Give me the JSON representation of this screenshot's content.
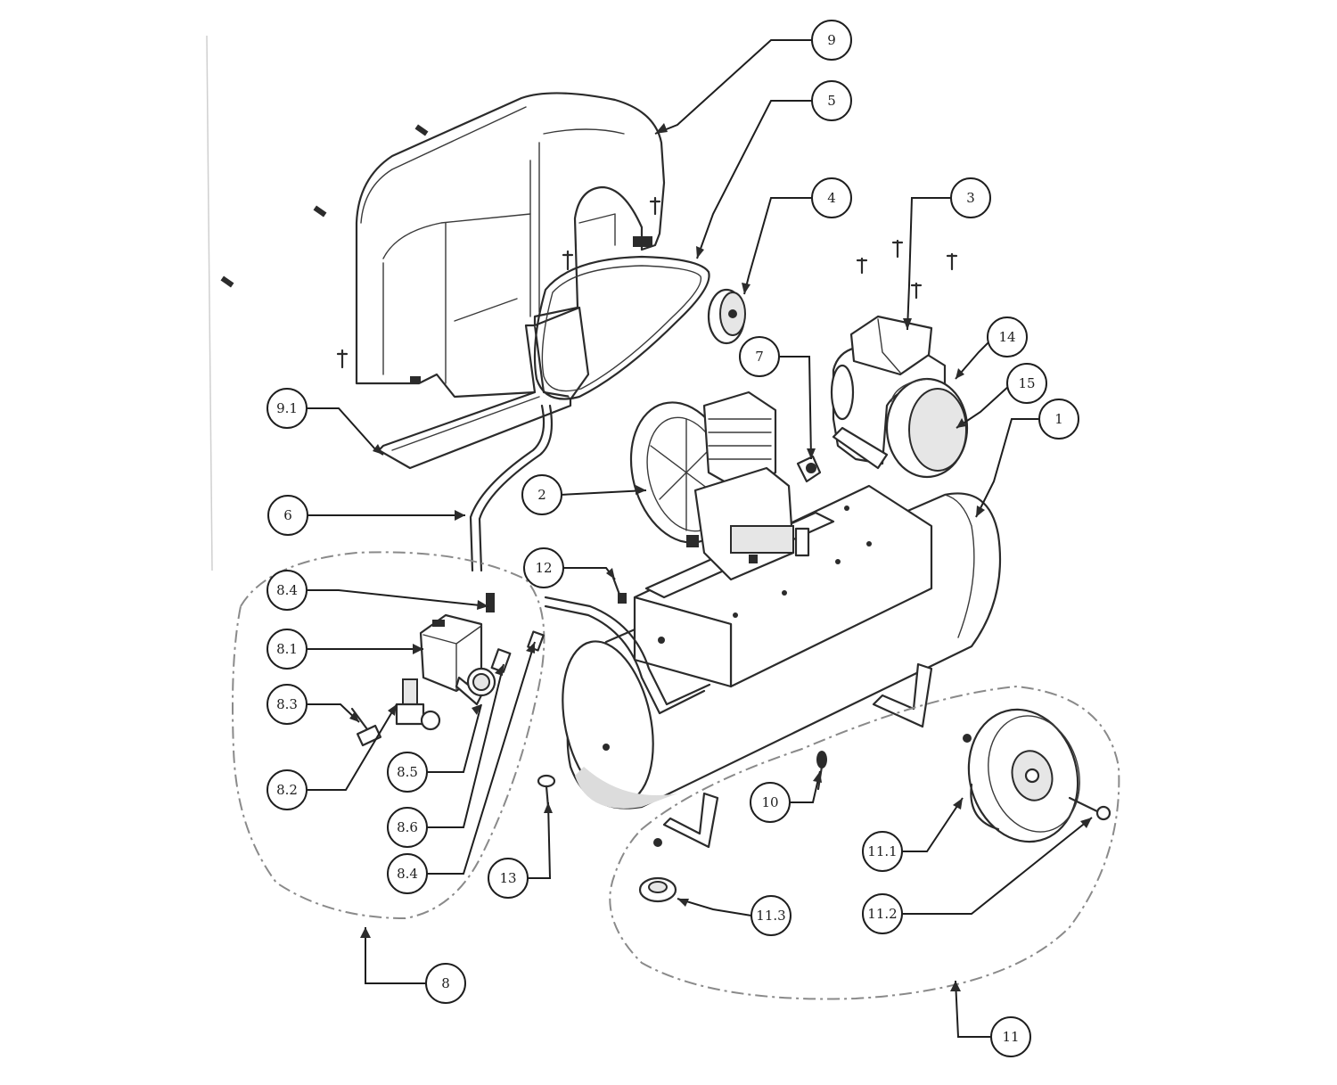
{
  "callouts": [
    {
      "id": "c9",
      "label": "9"
    },
    {
      "id": "c5",
      "label": "5"
    },
    {
      "id": "c4",
      "label": "4"
    },
    {
      "id": "c3",
      "label": "3"
    },
    {
      "id": "c14",
      "label": "14"
    },
    {
      "id": "c15",
      "label": "15"
    },
    {
      "id": "c1",
      "label": "1"
    },
    {
      "id": "c7",
      "label": "7"
    },
    {
      "id": "c9-1",
      "label": "9.1"
    },
    {
      "id": "c2",
      "label": "2"
    },
    {
      "id": "c6",
      "label": "6"
    },
    {
      "id": "c12",
      "label": "12"
    },
    {
      "id": "c8-4a",
      "label": "8.4"
    },
    {
      "id": "c8-1",
      "label": "8.1"
    },
    {
      "id": "c8-3",
      "label": "8.3"
    },
    {
      "id": "c8-2",
      "label": "8.2"
    },
    {
      "id": "c8-5",
      "label": "8.5"
    },
    {
      "id": "c8-6",
      "label": "8.6"
    },
    {
      "id": "c8-4b",
      "label": "8.4"
    },
    {
      "id": "c13",
      "label": "13"
    },
    {
      "id": "c10",
      "label": "10"
    },
    {
      "id": "c11-1",
      "label": "11.1"
    },
    {
      "id": "c11-2",
      "label": "11.2"
    },
    {
      "id": "c11-3",
      "label": "11.3"
    },
    {
      "id": "c8",
      "label": "8"
    },
    {
      "id": "c11",
      "label": "11"
    }
  ]
}
